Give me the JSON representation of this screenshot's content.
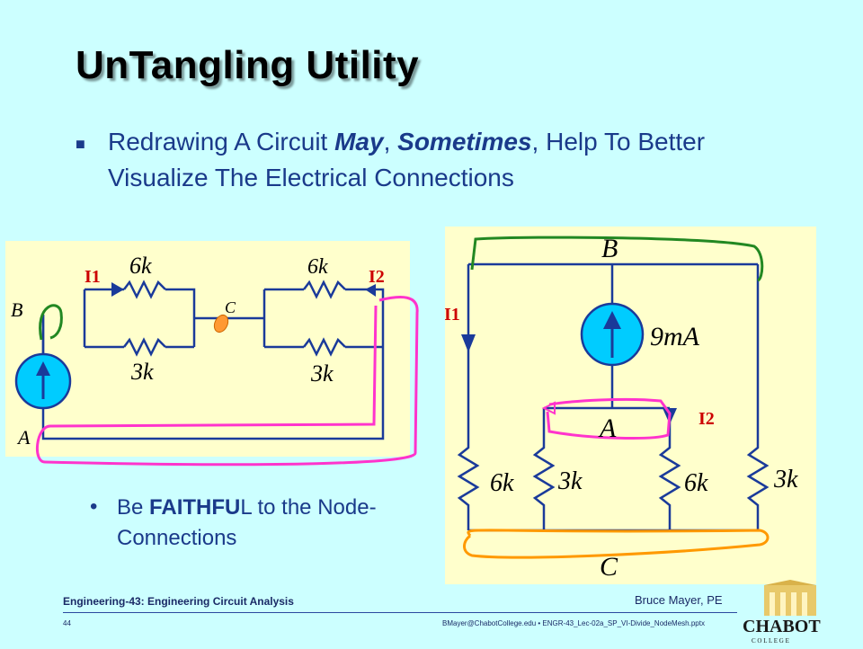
{
  "slide": {
    "title": "UnTangling Utility",
    "bullet_prefix": "Redrawing A Circuit ",
    "bullet_em1": "May",
    "bullet_sep": ", ",
    "bullet_em2": "Sometimes",
    "bullet_suffix": ", Help To Better Visualize The Electrical Connections",
    "sub_prefix": "Be ",
    "sub_bold": "FAITHFU",
    "sub_suffix": "L to the Node-Connections"
  },
  "left_circuit": {
    "node_b": "B",
    "node_a": "A",
    "node_c": "C",
    "r_top_left": "6k",
    "r_bottom_left": "3k",
    "r_top_right": "6k",
    "r_bottom_right": "3k",
    "i1": "I1",
    "i2": "I2"
  },
  "right_circuit": {
    "node_b": "B",
    "node_a": "A",
    "node_c": "C",
    "source": "9mA",
    "r1": "6k",
    "r2": "3k",
    "r3": "6k",
    "r4": "3k",
    "i1": "I1",
    "i2": "I2"
  },
  "footer": {
    "course": "Engineering-43: Engineering Circuit Analysis",
    "author": "Bruce Mayer, PE",
    "page": "44",
    "file": "BMayer@ChabotCollege.edu  •  ENGR-43_Lec-02a_SP_VI-Divide_NodeMesh.pptx",
    "logo_text": "CHABOT",
    "logo_sub": "C O L L E G E"
  },
  "colors": {
    "background": "#ccffff",
    "panel": "#ffffcc",
    "wire": "#1a3a9a",
    "source_fill": "#00ccff",
    "magenta": "#ff33cc",
    "green": "#228822",
    "orange": "#ff9900",
    "label_red": "#cc0000"
  }
}
